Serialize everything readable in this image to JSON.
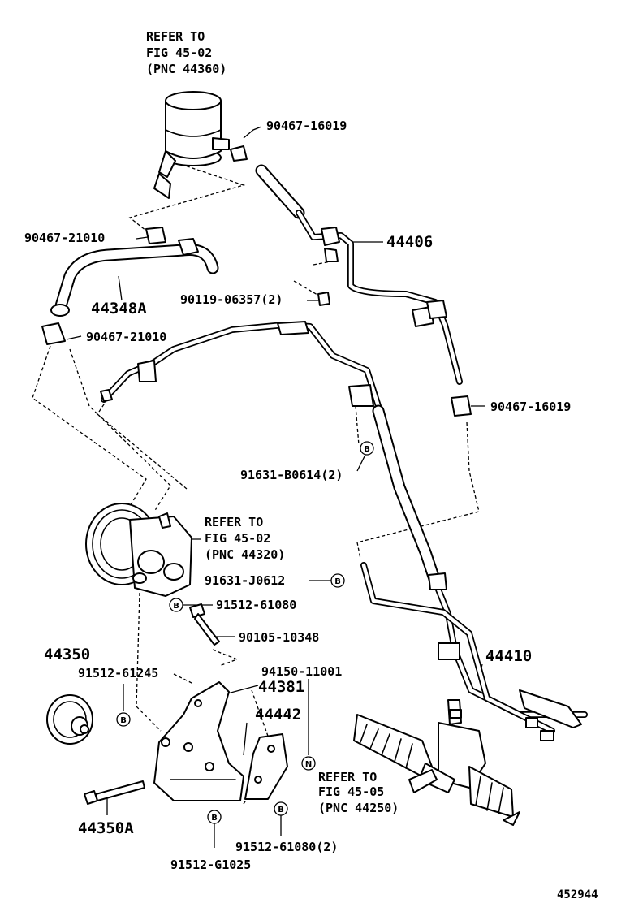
{
  "refs": {
    "reservoir": [
      "REFER TO",
      "FIG 45-02",
      "(PNC 44360)"
    ],
    "pump": [
      "REFER TO",
      "FIG 45-02",
      "(PNC 44320)"
    ],
    "gear": [
      "REFER TO",
      "FIG 45-05",
      "(PNC 44250)"
    ]
  },
  "parts": {
    "clamp_top_right": "90467-16019",
    "clamp_left_upper": "90467-21010",
    "return_tube": "44406",
    "suction_hose": "44348A",
    "bolt_small": "90119-06357(2)",
    "clamp_left_lower": "90467-21010",
    "clamp_right_mid": "90467-16019",
    "bolt_b_upper": "91631-B0614(2)",
    "bolt_b_pump": "91631-J0612",
    "bolt_b_pump_lower": "91512-61080",
    "union_bolt": "90105-10348",
    "idler_pulley": "44350",
    "bolt_bracket_left": "91512-61245",
    "nut_n": "94150-11001",
    "bracket": "44381",
    "stay": "44442",
    "pressure_tube": "44410",
    "pulley_bolt": "44350A",
    "bolt_b_stay": "91512-61080(2)",
    "bolt_b_bracket": "91512-G1025"
  },
  "markers": {
    "b": "B",
    "n": "N"
  },
  "figure_id": "452944"
}
